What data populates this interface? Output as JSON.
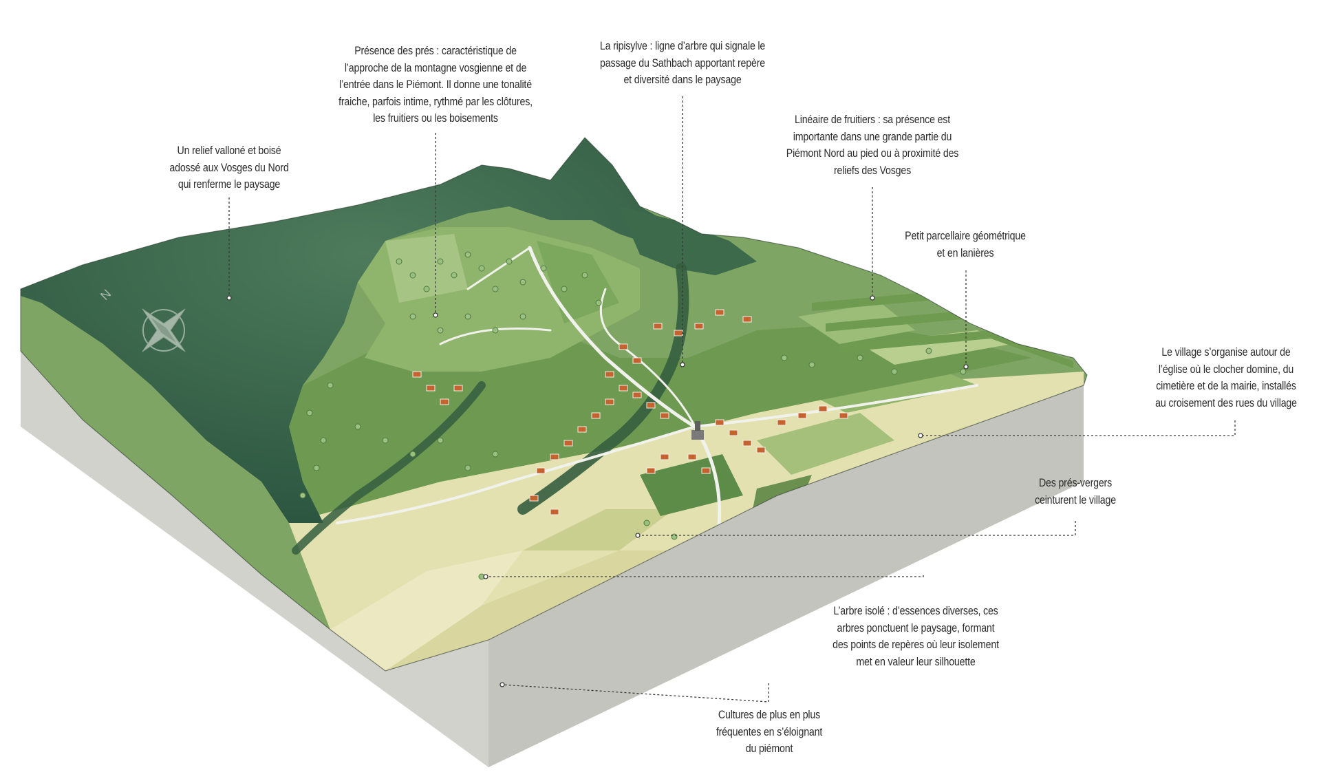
{
  "compass": {
    "north_label": "N",
    "icon": "compass-rose-icon"
  },
  "annotations": {
    "relief": "Un relief valloné et boisé\nadossé aux Vosges du Nord\nqui renferme le paysage",
    "pres": "Présence des prés : caractéristique de\nl’approche de la montagne vosgienne et de\nl’entrée dans le Piémont. Il donne une tonalité\nfraiche, parfois intime, rythmé par les clôtures,\nles fruitiers ou les boisements",
    "ripisylve": "La ripisylve : ligne d’arbre qui signale le\npassage du Sathbach apportant repère\net diversité dans le paysage",
    "fruitiers": "Linéaire de fruitiers : sa présence est\nimportante dans une grande partie du\nPiémont Nord au pied ou à proximité des\nreliefs des Vosges",
    "parcellaire": "Petit parcellaire géométrique\net en lanières",
    "village": "Le village s’organise autour de\nl’église où le clocher domine, du\ncimetière et de la mairie, installés\nau croisement des rues du village",
    "pres_vergers": "Des prés-vergers\nceinturent le village",
    "arbre_isole": "L’arbre isolé : d’essences diverses, ces\narbres ponctuent le paysage, formant\ndes points de repères où leur isolement\nmet en valeur leur silhouette",
    "cultures": "Cultures de plus en plus\nfréquentes en s’éloignant\ndu piémont"
  },
  "colors": {
    "forest": "#3f6b4e",
    "forest_dark": "#2f5a41",
    "meadow": "#6f9c55",
    "meadow_light": "#9cbf78",
    "crop": "#e6e3b4",
    "crop_dark": "#d5d39a",
    "block_side": "#cfcfca",
    "block_side_dark": "#b9b9b3",
    "roof": "#c4632f",
    "road": "#eef0ea",
    "leader": "#3a3a3a"
  }
}
